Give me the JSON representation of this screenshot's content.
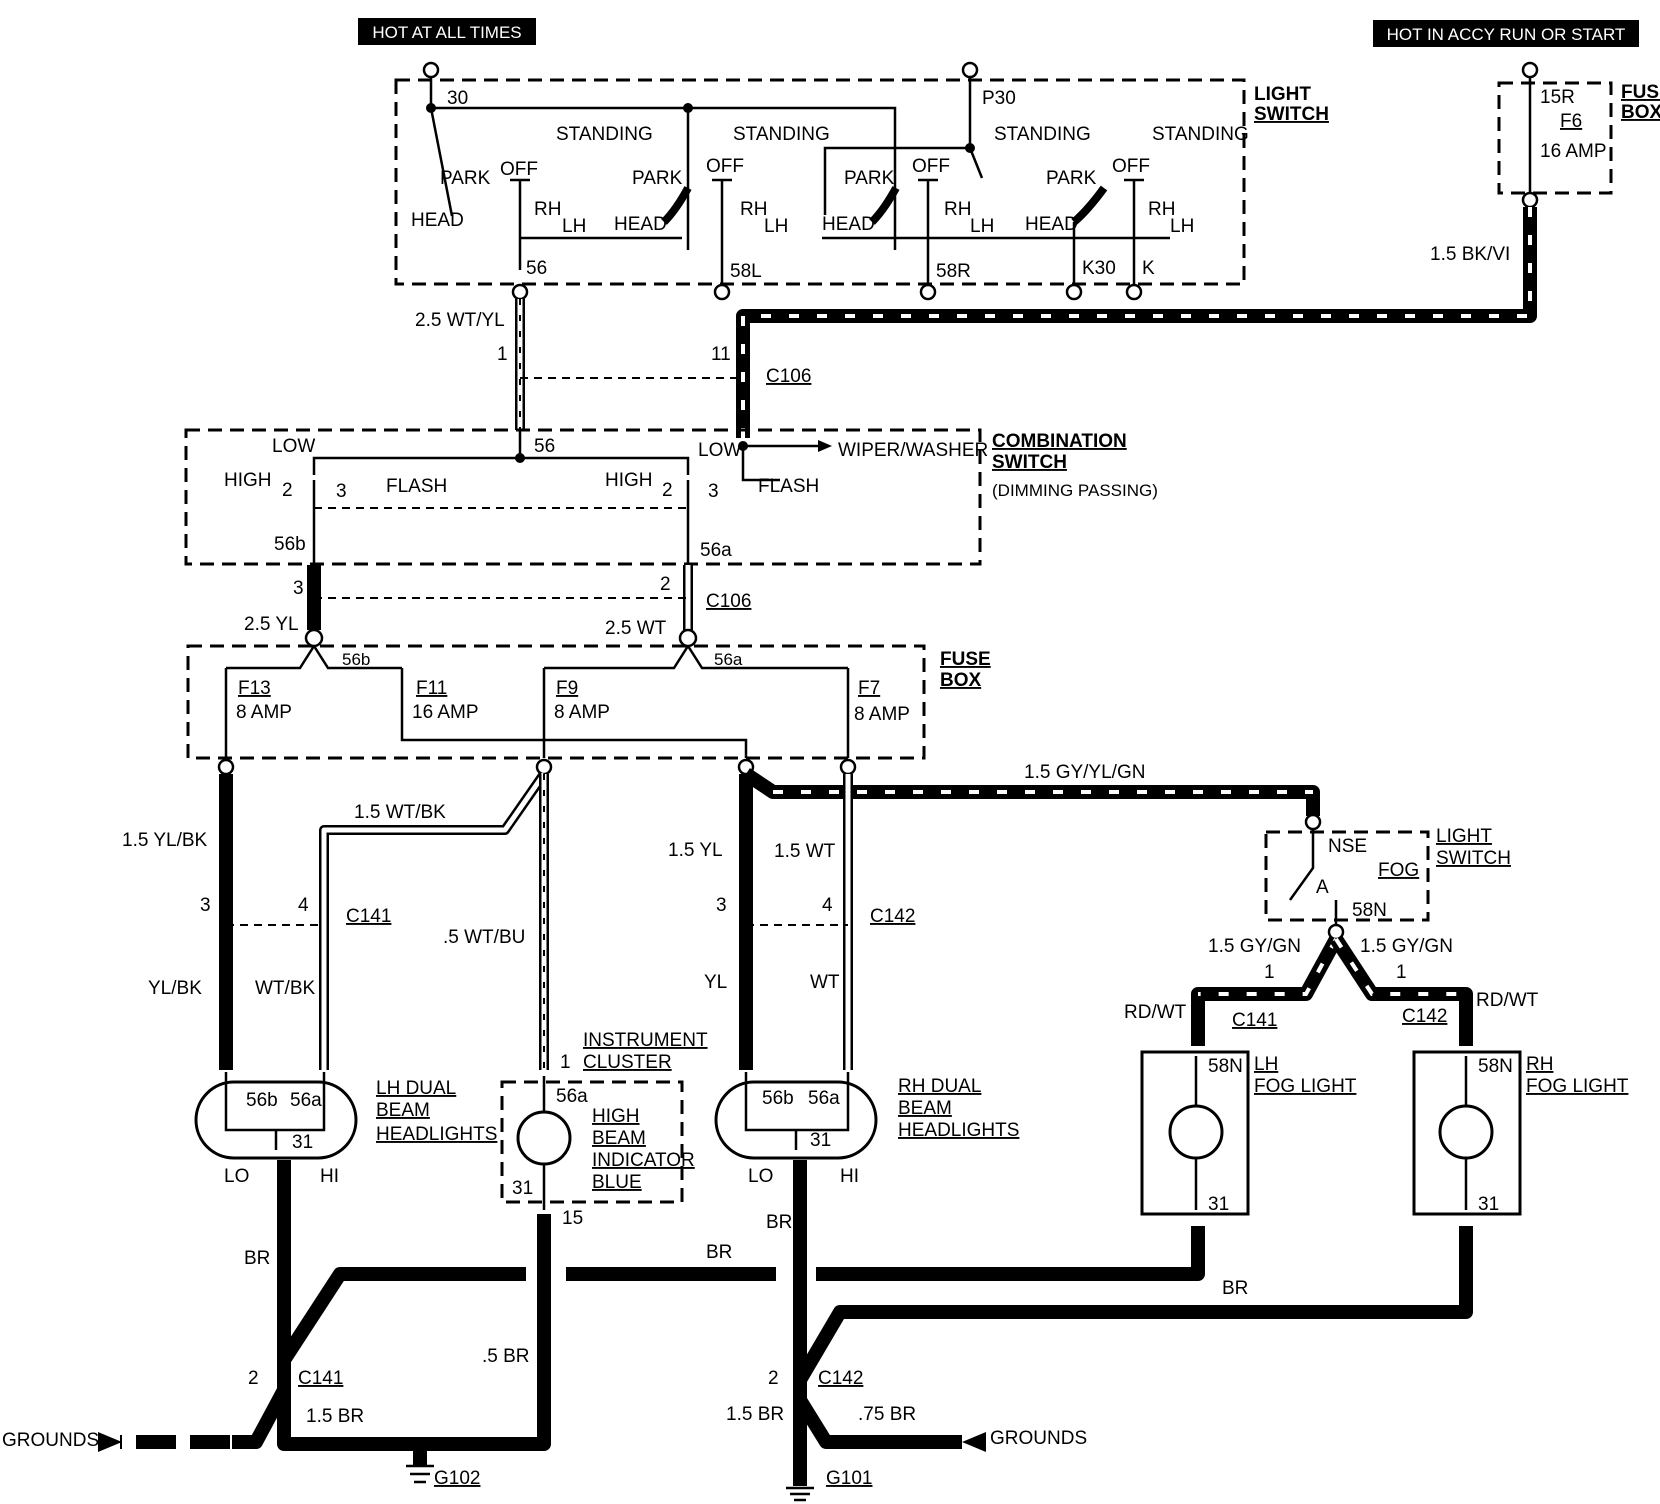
{
  "banners": {
    "hot_all": "HOT AT ALL TIMES",
    "hot_accy": "HOT IN ACCY RUN OR START"
  },
  "light_switch": {
    "title1": "LIGHT",
    "title2": "SWITCH",
    "pin_30": "30",
    "pin_p30": "P30",
    "pin_56": "56",
    "pin_58l": "58L",
    "pin_58r": "58R",
    "pin_k30": "K30",
    "pin_k": "K",
    "head": "HEAD",
    "park": "PARK",
    "off": "OFF",
    "standing": "STANDING",
    "rh": "RH",
    "lh": "LH"
  },
  "fuse_top": {
    "title1": "FUSE",
    "title2": "BOX",
    "pin": "15R",
    "fuse": "F6",
    "rating": "16 AMP"
  },
  "wires_top": {
    "w1": "2.5 WT/YL",
    "w2": "1.5 BK/VI",
    "c106": "C106",
    "p1": "1",
    "p11": "11"
  },
  "combo_switch": {
    "title1": "COMBINATION",
    "title2": "SWITCH",
    "title3": "(DIMMING PASSING)",
    "low": "LOW",
    "high": "HIGH",
    "flash": "FLASH",
    "pin_56": "56",
    "pin_56b": "56b",
    "pin_56a": "56a",
    "n2": "2",
    "n3": "3",
    "wiper": "WIPER/WASHER"
  },
  "mid": {
    "p3": "3",
    "p2": "2",
    "c106": "C106",
    "w_yl": "2.5 YL",
    "w_wt": "2.5 WT"
  },
  "fuse_box": {
    "title1": "FUSE",
    "title2": "BOX",
    "n56b": "56b",
    "n56a": "56a",
    "f13": "F13",
    "f13r": "8 AMP",
    "f11": "F11",
    "f11r": "16 AMP",
    "f9": "F9",
    "f9r": "8 AMP",
    "f7": "F7",
    "f7r": "8 AMP"
  },
  "left_harness": {
    "w1": "1.5 YL/BK",
    "w2": "1.5 WT/BK",
    "w3": ".5 WT/BU",
    "p3": "3",
    "p4": "4",
    "c141": "C141",
    "w4": "YL/BK",
    "w5": "WT/BK"
  },
  "right_harness": {
    "w1": "1.5 YL",
    "w2": "1.5 WT",
    "w3": "1.5 GY/YL/GN",
    "p3": "3",
    "p4": "4",
    "c142": "C142",
    "w4": "YL",
    "w5": "WT"
  },
  "lh_headlights": {
    "l1": "LH DUAL",
    "l2": "BEAM",
    "l3": "HEADLIGHTS",
    "p56b": "56b",
    "p56a": "56a",
    "p31": "31",
    "lo": "LO",
    "hi": "HI"
  },
  "rh_headlights": {
    "l1": "RH DUAL",
    "l2": "BEAM",
    "l3": "HEADLIGHTS",
    "p56b": "56b",
    "p56a": "56a",
    "p31": "31",
    "lo": "LO",
    "hi": "HI"
  },
  "cluster": {
    "t1": "INSTRUMENT",
    "t2": "CLUSTER",
    "p1": "1",
    "p56a": "56a",
    "i1": "HIGH",
    "i2": "BEAM",
    "i3": "INDICATOR",
    "i4": "BLUE",
    "p31": "31",
    "p15": "15"
  },
  "fog_switch": {
    "t1": "LIGHT",
    "t2": "SWITCH",
    "nse": "NSE",
    "fog": "FOG",
    "a": "A",
    "p58n": "58N"
  },
  "fog": {
    "gy_gn_l": "1.5 GY/GN",
    "gy_gn_r": "1.5 GY/GN",
    "p1l": "1",
    "p1r": "1",
    "c141": "C141",
    "c142": "C142",
    "rdwt_l": "RD/WT",
    "rdwt_r": "RD/WT",
    "lh1": "LH",
    "lh2": "FOG LIGHT",
    "rh1": "RH",
    "rh2": "FOG LIGHT",
    "p58n_l": "58N",
    "p58n_r": "58N",
    "p31_l": "31",
    "p31_r": "31"
  },
  "grounds": {
    "br1": "BR",
    "br2": "BR",
    "br3": "BR",
    "br4": "BR",
    "br5": ".5 BR",
    "p2l": "2",
    "c141": "C141",
    "p2r": "2",
    "c142": "C142",
    "w15l": "1.5 BR",
    "w15r": "1.5 BR",
    "w75": ".75 BR",
    "grounds_l": "GROUNDS",
    "grounds_r": "GROUNDS",
    "g102": "G102",
    "g101": "G101"
  }
}
